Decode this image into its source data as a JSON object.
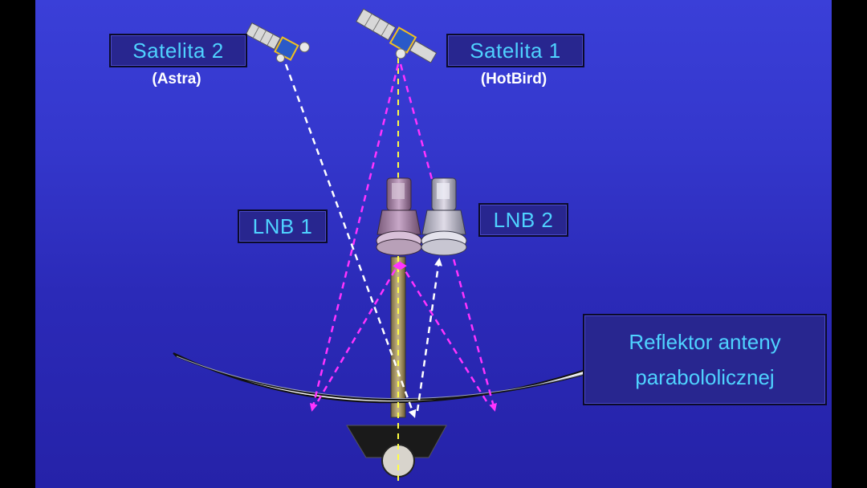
{
  "satellite_1": {
    "label": "Satelita 1",
    "subtitle": "(HotBird)"
  },
  "satellite_2": {
    "label": "Satelita 2",
    "subtitle": "(Astra)"
  },
  "lnb_1": {
    "label": "LNB 1"
  },
  "lnb_2": {
    "label": "LNB 2"
  },
  "reflector": {
    "line1": "Reflektor anteny",
    "line2": "parabololicznej"
  },
  "colors": {
    "background": "#3437cc",
    "label_text": "#4fd2ff",
    "signal_sat1": "#ff33ff",
    "signal_sat2": "#ffffff",
    "axis": "#ffff44"
  }
}
